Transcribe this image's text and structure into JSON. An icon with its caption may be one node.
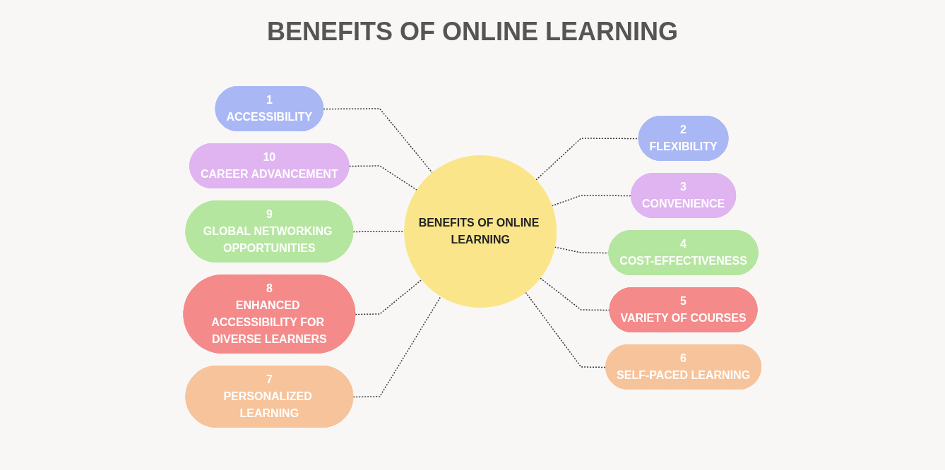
{
  "diagram": {
    "title": "BENEFITS OF ONLINE LEARNING",
    "nodes": [
      {
        "text": [
          "BENEFITS OF ONLINE LEARNING"
        ]
      },
      {
        "text": [
          "1",
          "ACCESSIBILITY"
        ]
      },
      {
        "text": [
          "2",
          "FLEXIBILITY"
        ]
      },
      {
        "text": [
          "3",
          "CONVENIENCE"
        ]
      },
      {
        "text": [
          "4",
          "COST-EFFECTIVENESS"
        ]
      },
      {
        "text": [
          "5",
          "VARIETY OF COURSES"
        ]
      },
      {
        "text": [
          "6",
          "SELF-PACED LEARNING"
        ]
      },
      {
        "text": [
          "7",
          "PERSONALIZED LEARNING"
        ]
      },
      {
        "text": [
          "8",
          "ENHANCED ACCESSIBILITY FOR DIVERSE LEARNERS"
        ]
      },
      {
        "text": [
          "9",
          "GLOBAL NETWORKING OPPORTUNITIES"
        ]
      },
      {
        "text": [
          "10",
          "CAREER ADVANCEMENT"
        ]
      }
    ],
    "edges": [
      {
        "from": 1,
        "to": 0,
        "arrow": "none",
        "style": "dashed"
      },
      {
        "from": 0,
        "to": 2,
        "arrow": "none",
        "style": "dashed"
      },
      {
        "from": 10,
        "to": 0,
        "arrow": "none",
        "style": "dashed"
      },
      {
        "from": 0,
        "to": 3,
        "arrow": "none",
        "style": "dashed"
      },
      {
        "from": 9,
        "to": 0,
        "arrow": "none",
        "style": "dashed"
      },
      {
        "from": 0,
        "to": 4,
        "arrow": "none",
        "style": "dashed"
      },
      {
        "from": 8,
        "to": 0,
        "arrow": "none",
        "style": "dashed"
      },
      {
        "from": 0,
        "to": 5,
        "arrow": "none",
        "style": "dashed"
      },
      {
        "from": 7,
        "to": 0,
        "arrow": "none",
        "style": "dashed"
      },
      {
        "from": 0,
        "to": 6,
        "arrow": "none",
        "style": "dashed"
      }
    ]
  }
}
